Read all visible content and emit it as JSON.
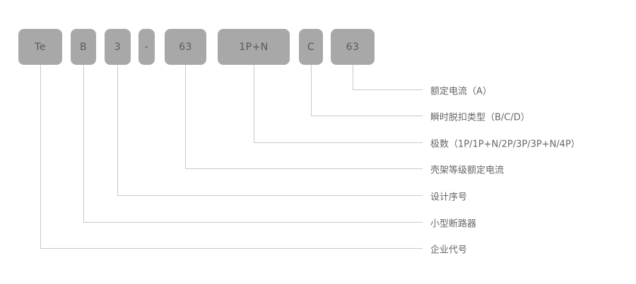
{
  "diagram_title": "circuit-breaker-model-nomenclature",
  "colors": {
    "box_bg": "#a8a8a8",
    "box_text": "#5a5a5a",
    "line": "#c9c9c9",
    "label_text": "#666666",
    "page_bg": "#ffffff"
  },
  "code_boxes": [
    {
      "label": "Te"
    },
    {
      "label": "B"
    },
    {
      "label": "3"
    },
    {
      "label": "-"
    },
    {
      "label": "63"
    },
    {
      "label": "1P+N"
    },
    {
      "label": "C"
    },
    {
      "label": "63"
    }
  ],
  "annotations": [
    {
      "label": "额定电流（A）",
      "box_index": 7,
      "box_label": "63"
    },
    {
      "label": "瞬时脱扣类型（B/C/D）",
      "box_index": 6,
      "box_label": "C"
    },
    {
      "label": "极数（1P/1P+N/2P/3P/3P+N/4P）",
      "box_index": 5,
      "box_label": "1P+N"
    },
    {
      "label": "壳架等级额定电流",
      "box_index": 4,
      "box_label": "63"
    },
    {
      "label": "设计序号",
      "box_index": 2,
      "box_label": "3"
    },
    {
      "label": "小型断路器",
      "box_index": 1,
      "box_label": "B"
    },
    {
      "label": "企业代号",
      "box_index": 0,
      "box_label": "Te"
    }
  ]
}
